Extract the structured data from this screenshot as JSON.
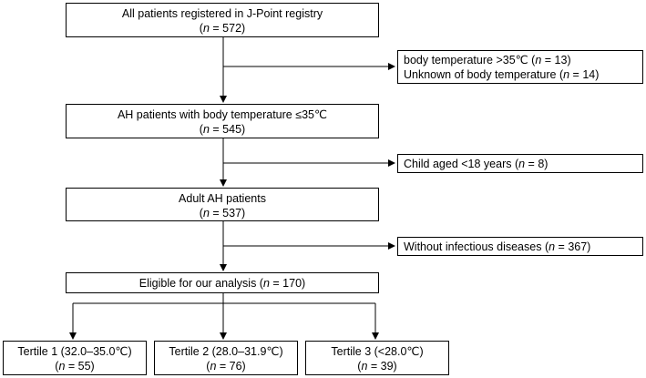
{
  "boxes": {
    "registry": {
      "title": "All patients registered in J-Point registry",
      "count": "572"
    },
    "ah_temp": {
      "title": "AH patients with body temperature ≤35℃",
      "count": "545"
    },
    "adult": {
      "title": "Adult AH patients",
      "count": "537"
    },
    "eligible": {
      "title": "Eligible for our analysis",
      "count": "170"
    },
    "tertile1": {
      "title": "Tertile 1 (32.0–35.0℃)",
      "count": "55"
    },
    "tertile2": {
      "title": "Tertile 2 (28.0–31.9℃)",
      "count": "76"
    },
    "tertile3": {
      "title": "Tertile 3 (<28.0℃)",
      "count": "39"
    }
  },
  "exclusions": {
    "temp_high": {
      "label": "body temperature >35℃",
      "count": "13"
    },
    "temp_unknown": {
      "label": "Unknown of body temperature",
      "count": "14"
    },
    "child": {
      "label": "Child aged <18 years",
      "count": "8"
    },
    "no_infection": {
      "label": "Without infectious diseases",
      "count": "367"
    }
  },
  "symbols": {
    "n": "n",
    "eq": " = "
  },
  "colors": {
    "stroke": "#000000",
    "background": "#ffffff"
  }
}
